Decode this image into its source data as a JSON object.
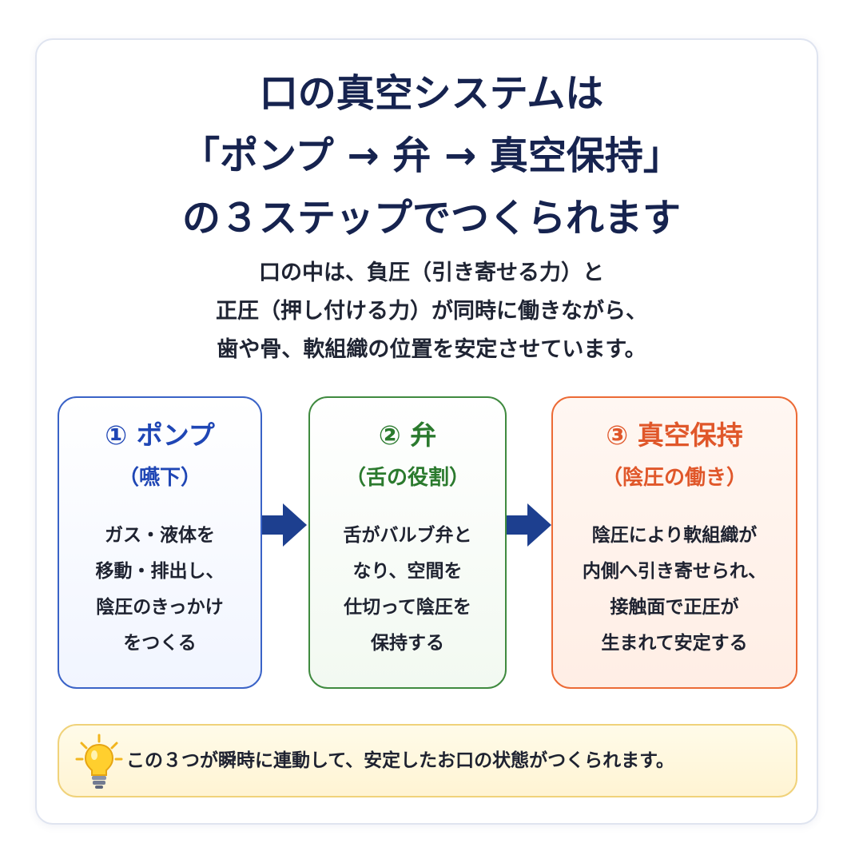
{
  "title": {
    "line1": "口の真空システムは",
    "line2": "「ポンプ → 弁 → 真空保持」",
    "line3": "の３ステップでつくられます"
  },
  "subtitle": {
    "line1": "口の中は、負圧（引き寄せる力）と",
    "line2": "正圧（押し付ける力）が同時に働きながら、",
    "line3": "歯や骨、軟組織の位置を安定させています。"
  },
  "steps": [
    {
      "title": "① ポンプ",
      "subtitle": "（嚥下）",
      "body": [
        "ガス・液体を",
        "移動・排出し、",
        "陰圧のきっかけ",
        "をつくる"
      ],
      "color": "#1f46b5"
    },
    {
      "title": "② 弁",
      "subtitle": "（舌の役割）",
      "body": [
        "舌がバルブ弁と",
        "なり、空間を",
        "仕切って陰圧を",
        "保持する"
      ],
      "color": "#2b7a2e"
    },
    {
      "title": "③ 真空保持",
      "subtitle": "（陰圧の働き）",
      "body": [
        "陰圧により軟組織が",
        "内側へ引き寄せられ、",
        "接触面で正圧が",
        "生まれて安定する"
      ],
      "color": "#e0572a"
    }
  ],
  "arrows": {
    "icon": "arrow-right-icon",
    "color": "#1d3f8f"
  },
  "note": {
    "icon": "lightbulb-icon",
    "text": "この３つが瞬時に連動して、安定したお口の状態がつくられます。"
  }
}
